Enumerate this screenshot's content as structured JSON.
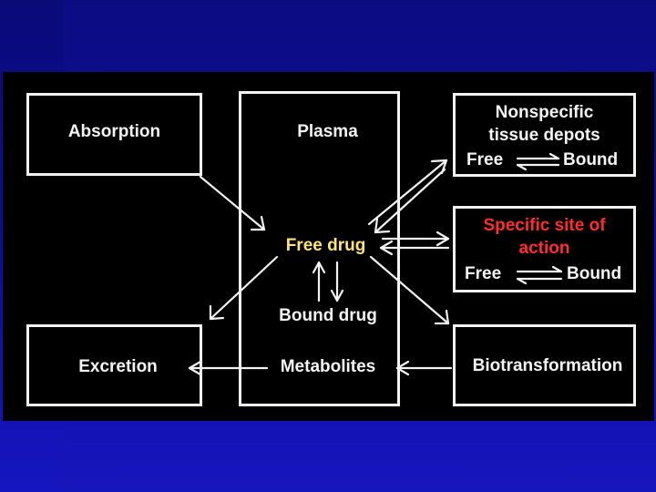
{
  "diagram": {
    "absorption": "Absorption",
    "plasma": "Plasma",
    "free_drug": "Free drug",
    "bound_drug": "Bound drug",
    "metabolites": "Metabolites",
    "excretion": "Excretion",
    "nonspecific": {
      "title_line1": "Nonspecific",
      "title_line2": "tissue depots",
      "free": "Free",
      "bound": "Bound"
    },
    "specific": {
      "title_line1": "Specific site of",
      "title_line2": "action",
      "free": "Free",
      "bound": "Bound"
    },
    "biotransformation": "Biotransformation"
  },
  "colors": {
    "background": "#0d0da0",
    "panel": "#000000",
    "line": "#f2f2f2",
    "free_drug_text": "#ffe27a",
    "specific_site_text": "#ff2e2e"
  }
}
